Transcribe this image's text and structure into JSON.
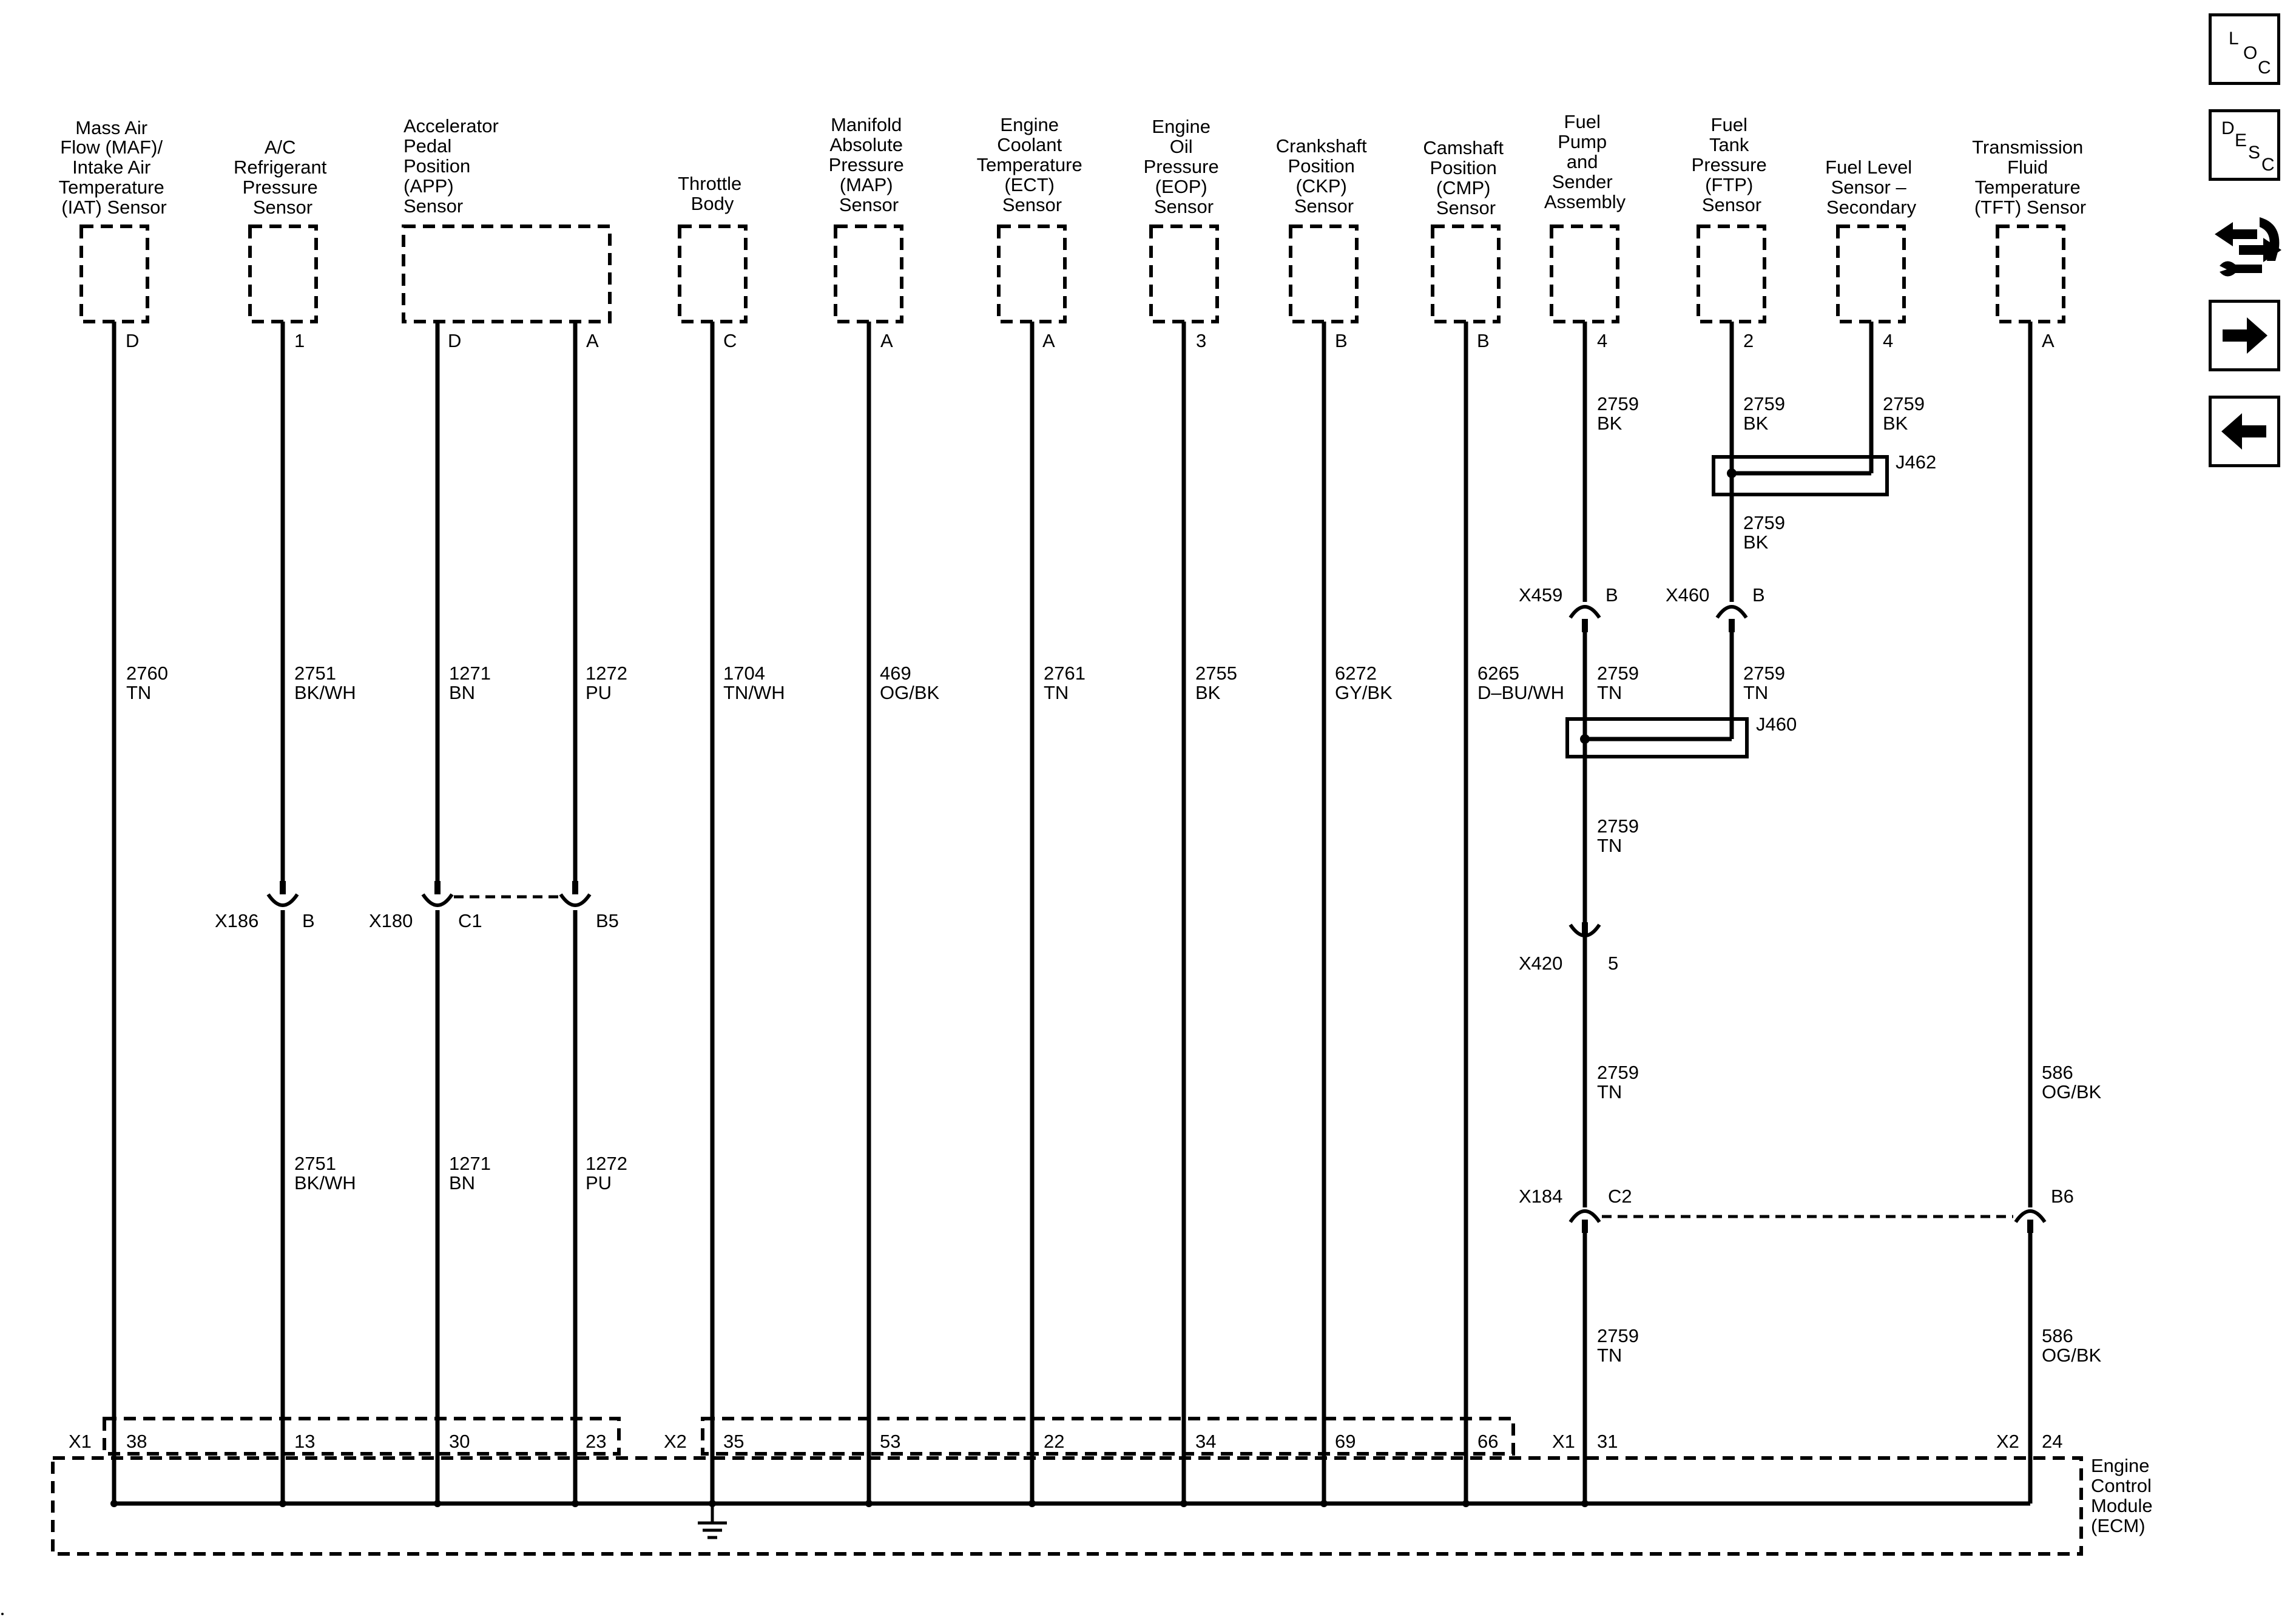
{
  "components": [
    {
      "id": "maf",
      "lines": [
        "Mass Air",
        "Flow (MAF)/",
        "Intake Air",
        "Temperature",
        "(IAT) Sensor"
      ],
      "pins": [
        "D"
      ]
    },
    {
      "id": "ac",
      "lines": [
        "A/C",
        "Refrigerant",
        "Pressure",
        "Sensor"
      ],
      "pins": [
        "1"
      ]
    },
    {
      "id": "app",
      "lines": [
        "Accelerator",
        "Pedal",
        "Position",
        "(APP)",
        "Sensor"
      ],
      "pins": [
        "D",
        "A"
      ]
    },
    {
      "id": "tb",
      "lines": [
        "Throttle",
        "Body"
      ],
      "pins": [
        "C"
      ]
    },
    {
      "id": "map",
      "lines": [
        "Manifold",
        "Absolute",
        "Pressure",
        "(MAP)",
        "Sensor"
      ],
      "pins": [
        "A"
      ]
    },
    {
      "id": "ect",
      "lines": [
        "Engine",
        "Coolant",
        "Temperature",
        "(ECT)",
        "Sensor"
      ],
      "pins": [
        "A"
      ]
    },
    {
      "id": "eop",
      "lines": [
        "Engine",
        "Oil",
        "Pressure",
        "(EOP)",
        "Sensor"
      ],
      "pins": [
        "3"
      ]
    },
    {
      "id": "ckp",
      "lines": [
        "Crankshaft",
        "Position",
        "(CKP)",
        "Sensor"
      ],
      "pins": [
        "B"
      ]
    },
    {
      "id": "cmp",
      "lines": [
        "Camshaft",
        "Position",
        "(CMP)",
        "Sensor"
      ],
      "pins": [
        "B"
      ]
    },
    {
      "id": "fpump",
      "lines": [
        "Fuel",
        "Pump",
        "and",
        "Sender",
        "Assembly"
      ],
      "pins": [
        "4"
      ]
    },
    {
      "id": "ftp",
      "lines": [
        "Fuel",
        "Tank",
        "Pressure",
        "(FTP)",
        "Sensor"
      ],
      "pins": [
        "2"
      ]
    },
    {
      "id": "fls",
      "lines": [
        "Fuel Level",
        "Sensor –",
        "Secondary"
      ],
      "pins": [
        "4"
      ]
    },
    {
      "id": "tft",
      "lines": [
        "Transmission",
        "Fluid",
        "Temperature",
        "(TFT) Sensor"
      ],
      "pins": [
        "A"
      ]
    }
  ],
  "wire_labels": [
    {
      "id": "maf-w",
      "circuit": "2760",
      "color": "TN"
    },
    {
      "id": "ac-w1",
      "circuit": "2751",
      "color": "BK/WH"
    },
    {
      "id": "ac-w2",
      "circuit": "2751",
      "color": "BK/WH"
    },
    {
      "id": "app-d-w1",
      "circuit": "1271",
      "color": "BN"
    },
    {
      "id": "app-d-w2",
      "circuit": "1271",
      "color": "BN"
    },
    {
      "id": "app-a-w1",
      "circuit": "1272",
      "color": "PU"
    },
    {
      "id": "app-a-w2",
      "circuit": "1272",
      "color": "PU"
    },
    {
      "id": "tb-w",
      "circuit": "1704",
      "color": "TN/WH"
    },
    {
      "id": "map-w",
      "circuit": "469",
      "color": "OG/BK"
    },
    {
      "id": "ect-w",
      "circuit": "2761",
      "color": "TN"
    },
    {
      "id": "eop-w",
      "circuit": "2755",
      "color": "BK"
    },
    {
      "id": "ckp-w",
      "circuit": "6272",
      "color": "GY/BK"
    },
    {
      "id": "cmp-w",
      "circuit": "6265",
      "color": "D–BU/WH"
    },
    {
      "id": "fp-w1",
      "circuit": "2759",
      "color": "BK"
    },
    {
      "id": "ftp-w1",
      "circuit": "2759",
      "color": "BK"
    },
    {
      "id": "fls-w1",
      "circuit": "2759",
      "color": "BK"
    },
    {
      "id": "j462-w",
      "circuit": "2759",
      "color": "BK"
    },
    {
      "id": "fp-w2",
      "circuit": "2759",
      "color": "TN"
    },
    {
      "id": "ftp-w2",
      "circuit": "2759",
      "color": "TN"
    },
    {
      "id": "fp-w3",
      "circuit": "2759",
      "color": "TN"
    },
    {
      "id": "fp-w4",
      "circuit": "2759",
      "color": "TN"
    },
    {
      "id": "fp-w5",
      "circuit": "2759",
      "color": "TN"
    },
    {
      "id": "tft-w1",
      "circuit": "586",
      "color": "OG/BK"
    },
    {
      "id": "tft-w2",
      "circuit": "586",
      "color": "OG/BK"
    }
  ],
  "connectors": [
    {
      "id": "x186",
      "name": "X186",
      "pin": "B"
    },
    {
      "id": "x180-c1",
      "name": "X180",
      "pin": "C1"
    },
    {
      "id": "x180-b5",
      "name": "",
      "pin": "B5"
    },
    {
      "id": "x459",
      "name": "X459",
      "pin": "B"
    },
    {
      "id": "x460",
      "name": "X460",
      "pin": "B"
    },
    {
      "id": "x420",
      "name": "X420",
      "pin": "5"
    },
    {
      "id": "x184-c2",
      "name": "X184",
      "pin": "C2"
    },
    {
      "id": "x184-b6",
      "name": "",
      "pin": "B6"
    }
  ],
  "splices": [
    {
      "id": "j462",
      "name": "J462"
    },
    {
      "id": "j460",
      "name": "J460"
    }
  ],
  "ecm": {
    "lines": [
      "Engine",
      "Control",
      "Module",
      "(ECM)"
    ],
    "connector_x1a": "X1",
    "connector_x2a": "X2",
    "connector_x1b": "X1",
    "connector_x2b": "X2",
    "pins": [
      "38",
      "13",
      "30",
      "23",
      "35",
      "53",
      "22",
      "34",
      "69",
      "66",
      "31",
      "24"
    ]
  },
  "nav": {
    "loc": [
      "L",
      "O",
      "C"
    ],
    "desc": [
      "D",
      "E",
      "S",
      "C"
    ],
    "items": [
      "loc-button",
      "desc-button",
      "connector-tool-icon",
      "next-arrow",
      "prev-arrow"
    ]
  }
}
